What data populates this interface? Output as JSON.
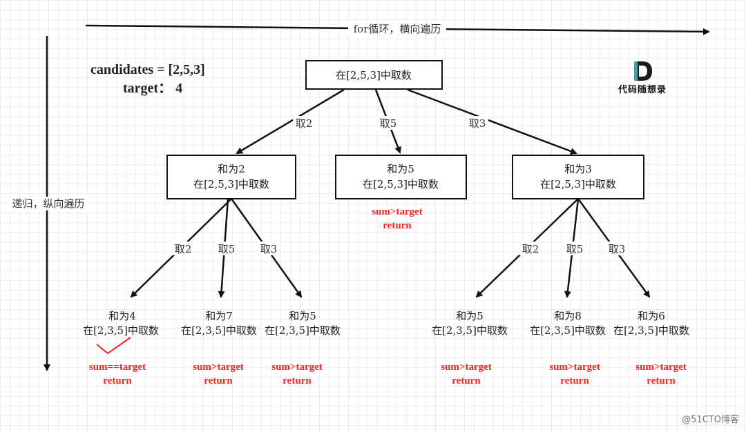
{
  "axes": {
    "horizontal_label": "for循环，横向遍历",
    "vertical_label": "递归，纵向遍历"
  },
  "info": {
    "candidates": "candidates = [2,5,3]",
    "target": "target： 4"
  },
  "brand": {
    "text": "代码随想录",
    "logo_letter": "D"
  },
  "watermark": "@51CTO博客",
  "colors": {
    "accent": "#ff2020",
    "line": "#111111"
  },
  "tree": {
    "root": {
      "line1": "在[2,5,3]中取数"
    },
    "level1": [
      {
        "line1": "和为2",
        "line2": "在[2,5,3]中取数",
        "edge": "取2"
      },
      {
        "line1": "和为5",
        "line2": "在[2,5,3]中取数",
        "edge": "取5",
        "status1": "sum>target",
        "status2": "return"
      },
      {
        "line1": "和为3",
        "line2": "在[2,5,3]中取数",
        "edge": "取3"
      }
    ],
    "level2_left": [
      {
        "line1": "和为4",
        "line2": "在[2,3,5]中取数",
        "edge": "取2",
        "status1": "sum==target",
        "status2": "return",
        "success": true
      },
      {
        "line1": "和为7",
        "line2": "在[2,3,5]中取数",
        "edge": "取5",
        "status1": "sum>target",
        "status2": "return"
      },
      {
        "line1": "和为5",
        "line2": "在[2,3,5]中取数",
        "edge": "取3",
        "status1": "sum>target",
        "status2": "return"
      }
    ],
    "level2_right": [
      {
        "line1": "和为5",
        "line2": "在[2,3,5]中取数",
        "edge": "取2",
        "status1": "sum>target",
        "status2": "return"
      },
      {
        "line1": "和为8",
        "line2": "在[2,3,5]中取数",
        "edge": "取5",
        "status1": "sum>target",
        "status2": "return"
      },
      {
        "line1": "和为6",
        "line2": "在[2,3,5]中取数",
        "edge": "取3",
        "status1": "sum>target",
        "status2": "return"
      }
    ]
  }
}
